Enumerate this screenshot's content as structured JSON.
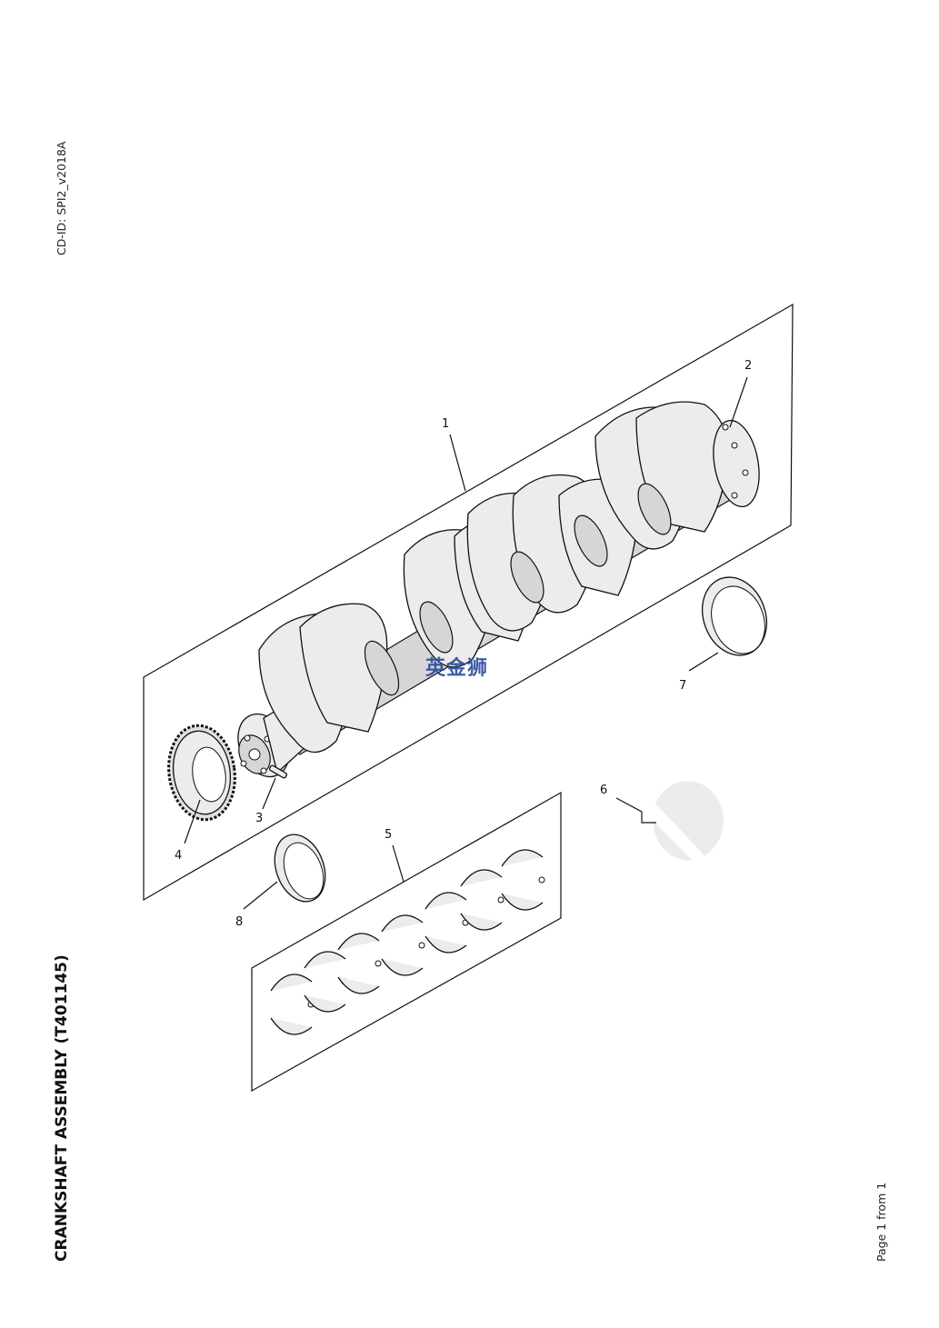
{
  "header": {
    "cd_id": "CD-ID: SPI2_v2018A"
  },
  "title": "CRANKSHAFT ASSEMBLY (T401145)",
  "footer": {
    "page": "Page 1 from 1"
  },
  "watermark": "英金狮",
  "callouts": [
    "1",
    "2",
    "3",
    "4",
    "5",
    "6",
    "7",
    "8"
  ]
}
